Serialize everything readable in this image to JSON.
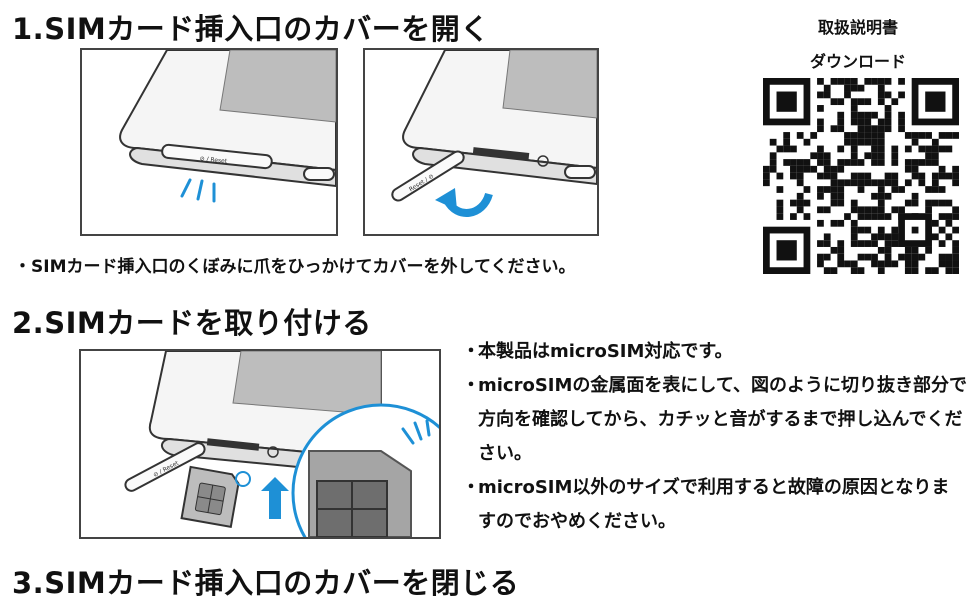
{
  "section1": {
    "title": "1.SIMカード挿入口のカバーを開く",
    "note": "・SIMカード挿入口のくぼみに爪をひっかけてカバーを外してください。",
    "panel1_label": "⊘ / Reset",
    "panel2_label": "Reset / ⊘"
  },
  "section2": {
    "title": "2.SIMカードを取り付ける",
    "panel_label": "⊘ / Reset",
    "bullets": [
      "本製品はmicroSIM対応です。",
      "microSIMの金属面を表にして、図のように切り抜き部分で方向を確認してから、カチッと音がするまで押し込んでください。",
      "microSIM以外のサイズで利用すると故障の原因となりますのでおやめください。"
    ]
  },
  "section3": {
    "title": "3.SIMカード挿入口のカバーを閉じる"
  },
  "manual": {
    "line1": "取扱説明書",
    "line2": "ダウンロード"
  },
  "colors": {
    "accent_blue": "#1e90d6",
    "qr": "#111111"
  },
  "icons": [
    "qr-code-icon",
    "tap-lines-icon",
    "rotate-arrow-icon",
    "insert-arrow-icon"
  ]
}
